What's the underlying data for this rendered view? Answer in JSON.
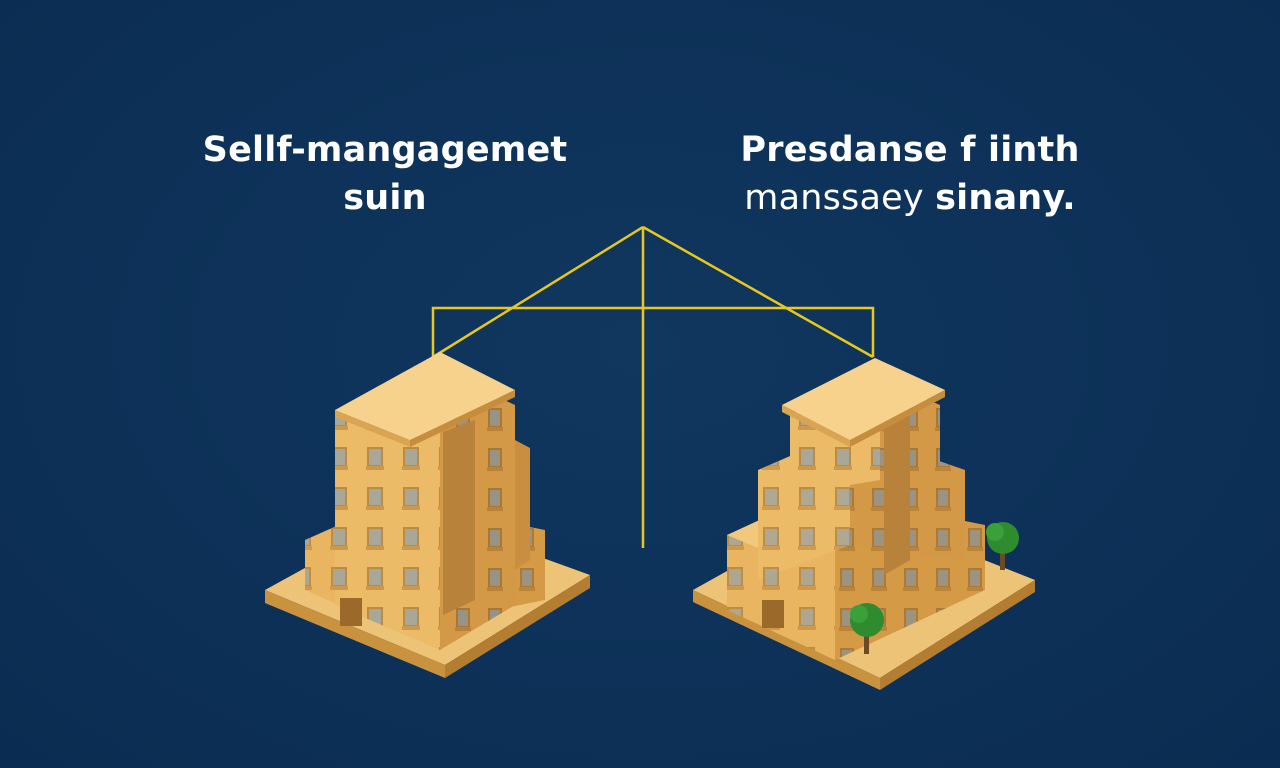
{
  "left_label": {
    "line1": "Sellf-mangagemet",
    "line2": "suin"
  },
  "right_label": {
    "line1": "Presdanse f iinth",
    "line2_regular": "manssaey",
    "line2_bold": "sinany."
  },
  "colors": {
    "background": "#0d3158",
    "connector": "#e8c71e",
    "building_top": "#f5cd80",
    "building_left": "#e9b560",
    "building_right": "#d49a45",
    "base": "#edc477",
    "tree": "#2e8b2e"
  },
  "icons": [
    "apartment-building-icon",
    "apartment-building-icon",
    "tree-icon",
    "tree-icon"
  ]
}
